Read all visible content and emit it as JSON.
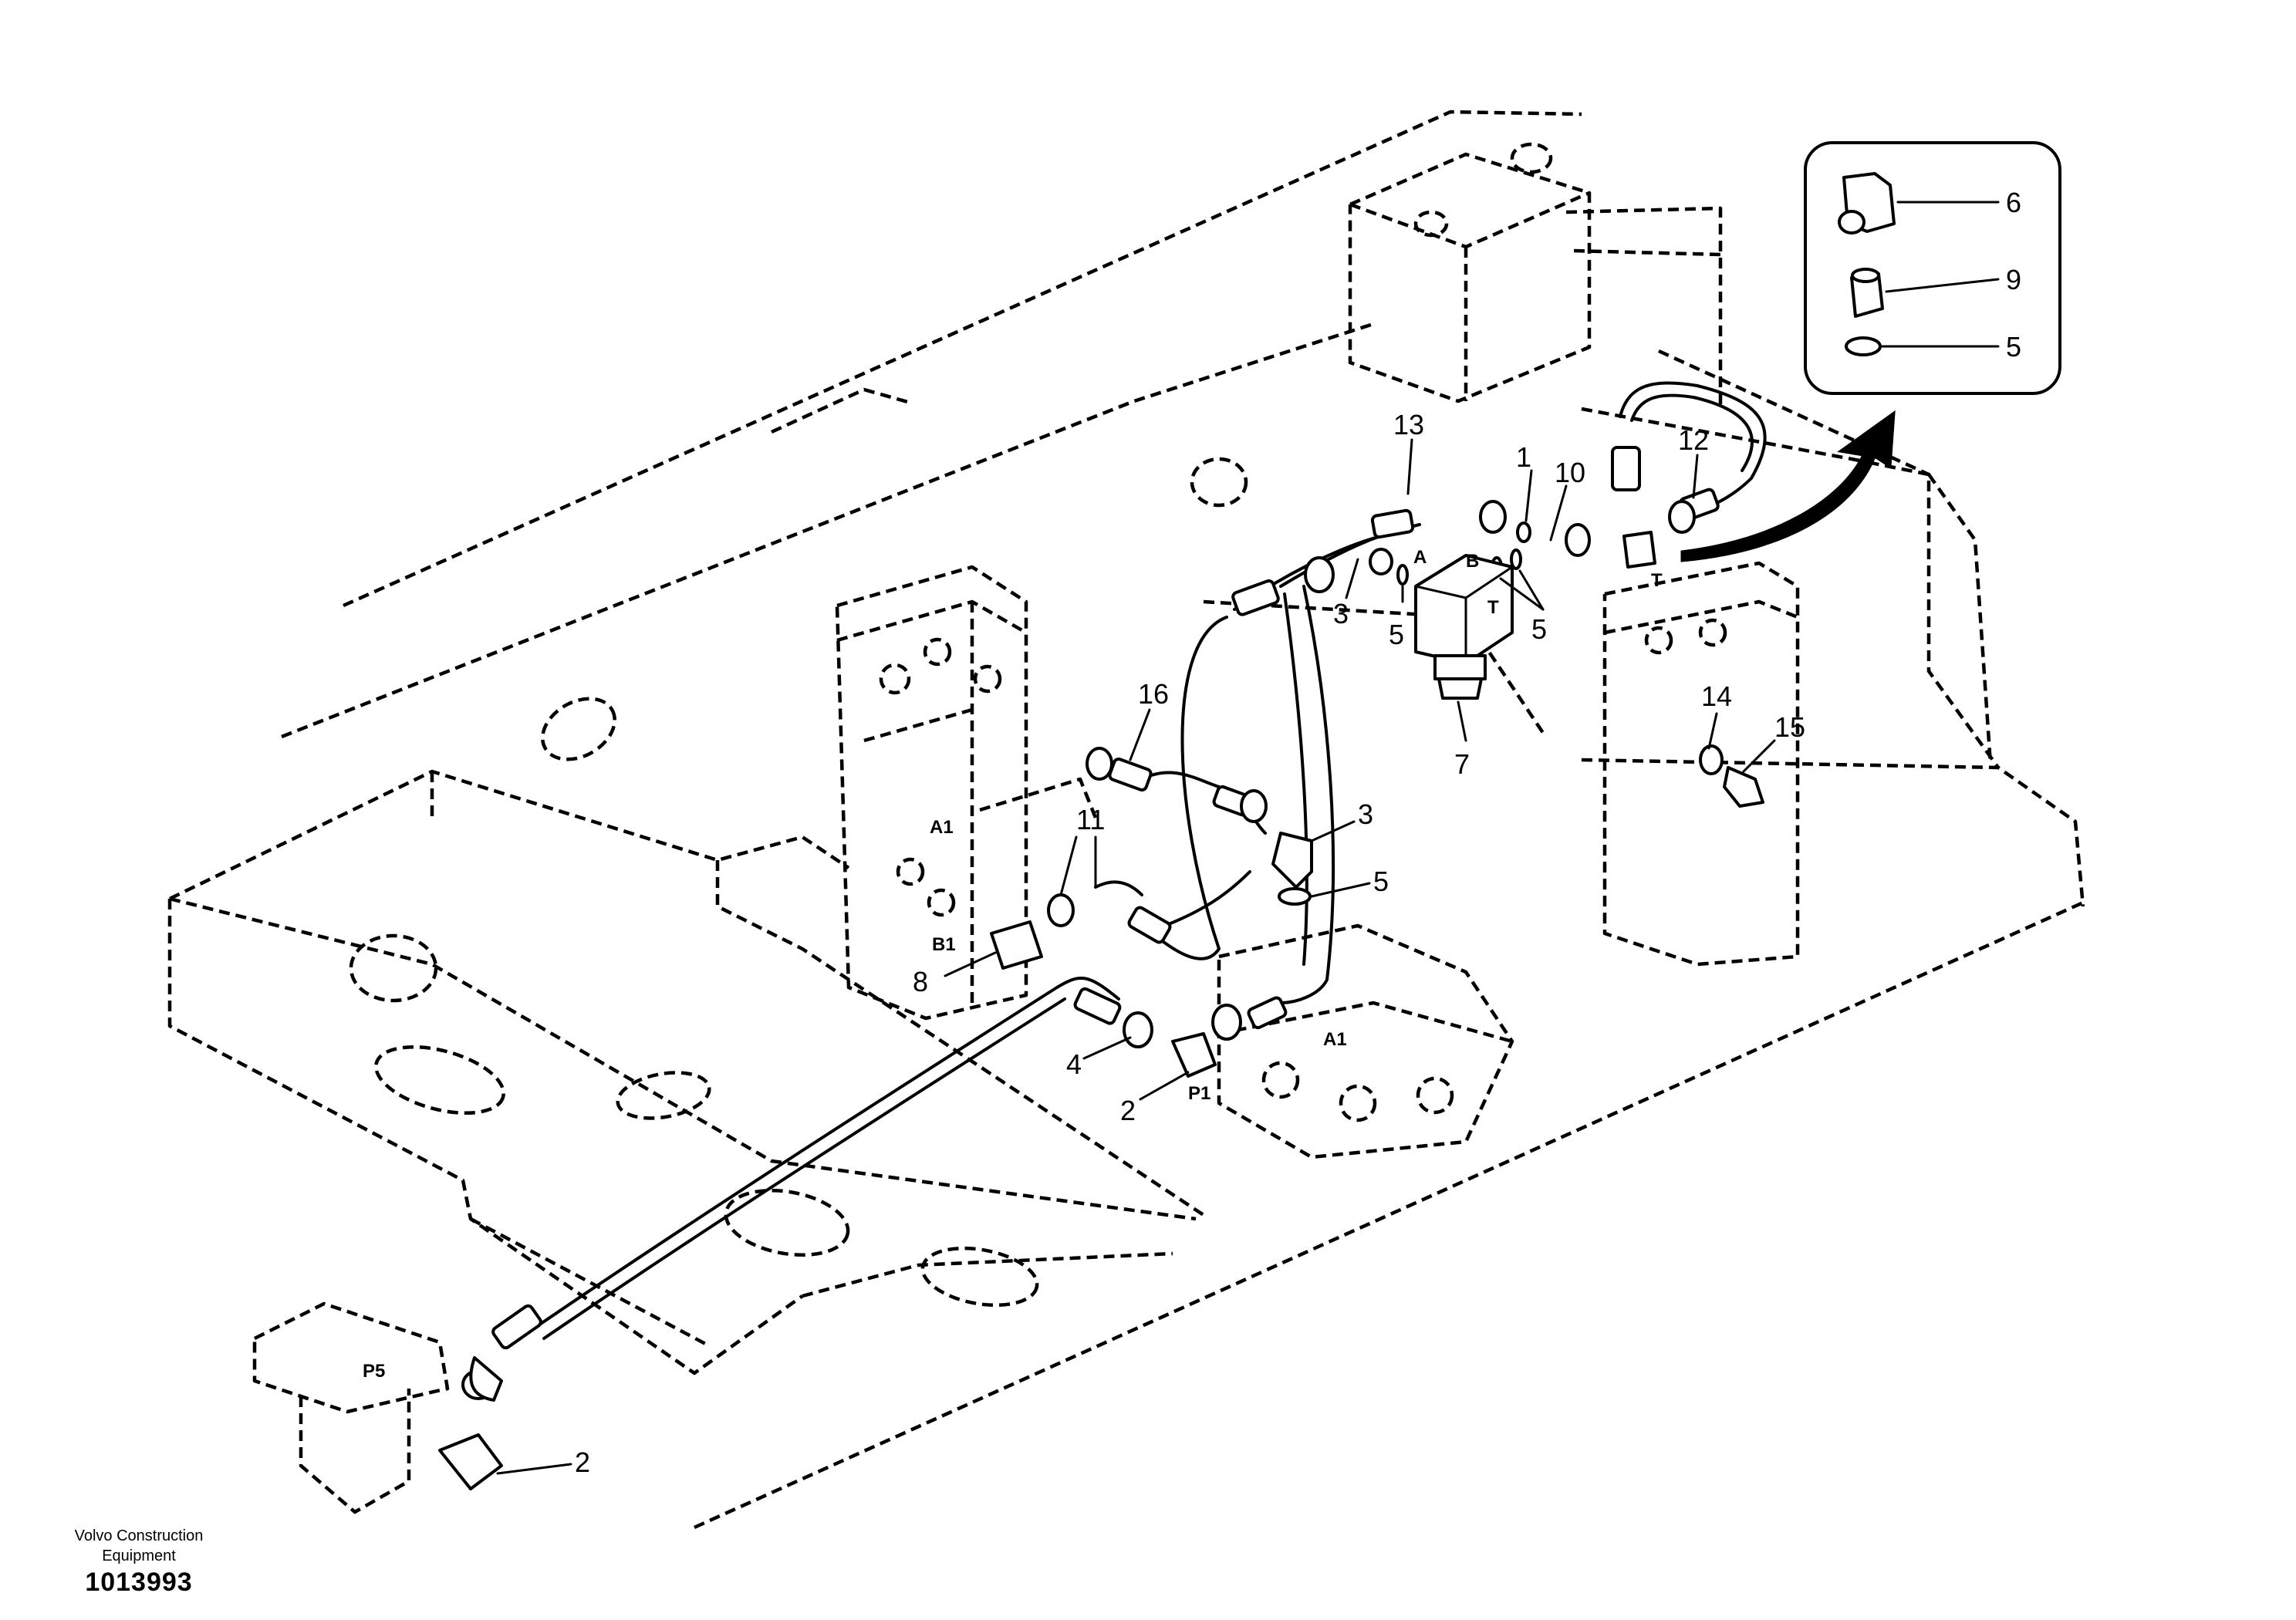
{
  "callouts": [
    {
      "id": "c6",
      "text": "6"
    },
    {
      "id": "c9",
      "text": "9"
    },
    {
      "id": "c5-inset",
      "text": "5"
    },
    {
      "id": "c13",
      "text": "13"
    },
    {
      "id": "c1",
      "text": "1"
    },
    {
      "id": "c10",
      "text": "10"
    },
    {
      "id": "c12",
      "text": "12"
    },
    {
      "id": "c3-top",
      "text": "3"
    },
    {
      "id": "c5-a",
      "text": "5"
    },
    {
      "id": "c5-b",
      "text": "5"
    },
    {
      "id": "c7",
      "text": "7"
    },
    {
      "id": "c16",
      "text": "16"
    },
    {
      "id": "c3-mid",
      "text": "3"
    },
    {
      "id": "c11",
      "text": "11"
    },
    {
      "id": "c5-c",
      "text": "5"
    },
    {
      "id": "c8",
      "text": "8"
    },
    {
      "id": "c4",
      "text": "4"
    },
    {
      "id": "c2-mid",
      "text": "2"
    },
    {
      "id": "c14",
      "text": "14"
    },
    {
      "id": "c15",
      "text": "15"
    },
    {
      "id": "c2-bottom",
      "text": "2"
    }
  ],
  "port_labels": [
    {
      "id": "p-a1-upper",
      "text": "A1"
    },
    {
      "id": "p-b1",
      "text": "B1"
    },
    {
      "id": "p-p1",
      "text": "P1"
    },
    {
      "id": "p-a1-lower",
      "text": "A1"
    },
    {
      "id": "p-p5",
      "text": "P5"
    },
    {
      "id": "p-a",
      "text": "A"
    },
    {
      "id": "p-b",
      "text": "B"
    },
    {
      "id": "p-t-valve",
      "text": "T"
    },
    {
      "id": "p-t-right",
      "text": "T"
    }
  ],
  "footer": {
    "brand_line1": "Volvo Construction",
    "brand_line2": "Equipment",
    "doc_number": "1013993"
  }
}
